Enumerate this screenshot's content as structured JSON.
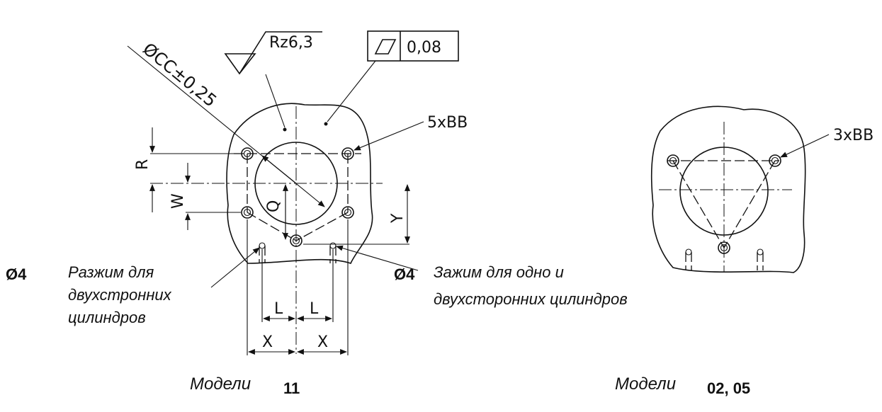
{
  "left_drawing": {
    "roughness_symbol": "Rz6,3",
    "flatness_tolerance": "0,08",
    "diameter_label": "ØCC±0,25",
    "holes_label": "5xBB",
    "dim_R": "R",
    "dim_W": "W",
    "dim_Q": "Q",
    "dim_Y": "Y",
    "dim_L_left": "L",
    "dim_L_right": "L",
    "dim_X_left": "X",
    "dim_X_right": "X",
    "left_pin_diameter": "Ø4",
    "left_pin_note_line1": "Разжим для",
    "left_pin_note_line2": "двухстронних",
    "left_pin_note_line3": "цилиндров",
    "right_pin_diameter": "Ø4",
    "right_pin_note_line1": "Зажим для одно и",
    "right_pin_note_line2": "двухсторонних цилиндров",
    "models_word": "Модели",
    "models_number": "11"
  },
  "right_drawing": {
    "holes_label": "3xBB",
    "models_word": "Модели",
    "models_number": "02, 05"
  }
}
